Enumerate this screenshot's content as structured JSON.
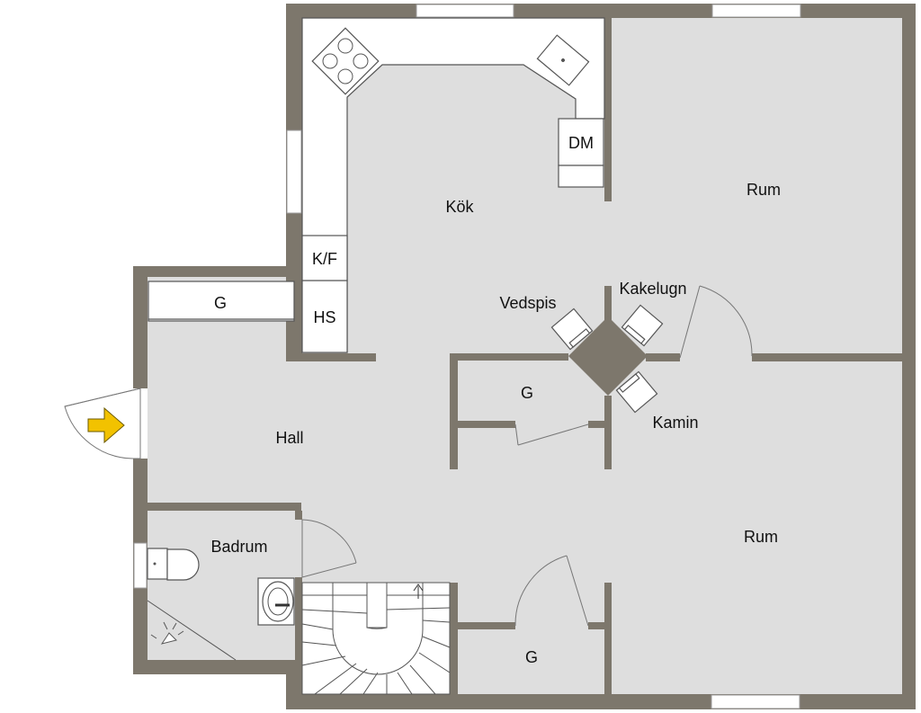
{
  "rooms": {
    "kitchen": "Kök",
    "room_top": "Rum",
    "room_bottom": "Rum",
    "hall": "Hall",
    "bathroom": "Badrum",
    "closet_hall": "G",
    "closet_center": "G",
    "closet_bottom": "G"
  },
  "fixtures": {
    "dishwasher": "DM",
    "fridge_freezer": "K/F",
    "tall_cabinet": "HS",
    "wood_stove": "Vedspis",
    "tiled_stove": "Kakelugn",
    "fireplace": "Kamin"
  },
  "icons": {
    "entrance": "entrance-arrow-icon",
    "stove": "cooktop-icon",
    "sink": "kitchen-sink-icon",
    "toilet": "toilet-icon",
    "washbasin": "washbasin-icon",
    "shower": "shower-icon",
    "stairs": "staircase-icon"
  },
  "colors": {
    "wall": "#7d776c",
    "floor": "#dedede",
    "entrance_arrow": "#f2c200"
  }
}
